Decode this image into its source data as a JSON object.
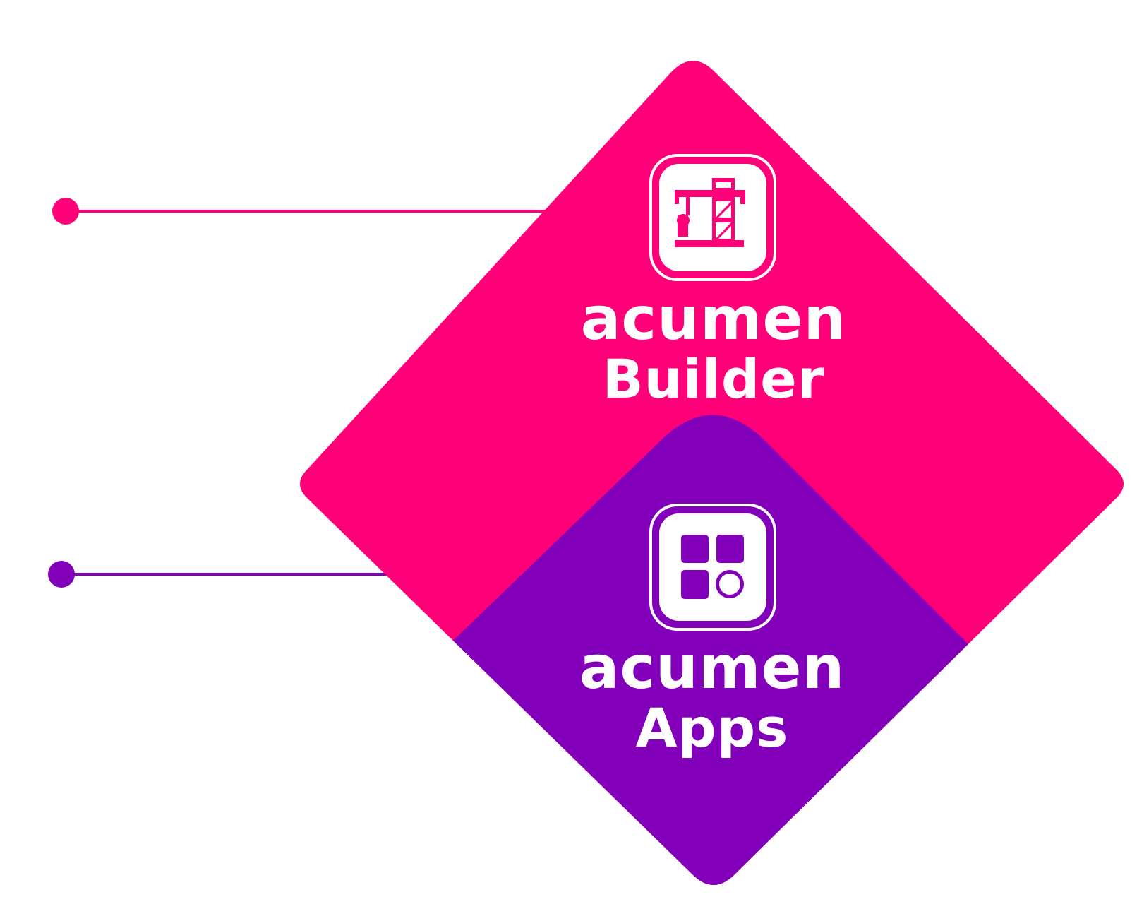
{
  "colors": {
    "builder": "#ff0079",
    "apps": "#8200b9",
    "icon_fill": "#ffffff"
  },
  "builder": {
    "brand": "acumen",
    "product": "Builder",
    "icon": "crane-icon"
  },
  "apps": {
    "brand": "acumen",
    "product": "Apps",
    "icon": "app-grid-icon"
  }
}
